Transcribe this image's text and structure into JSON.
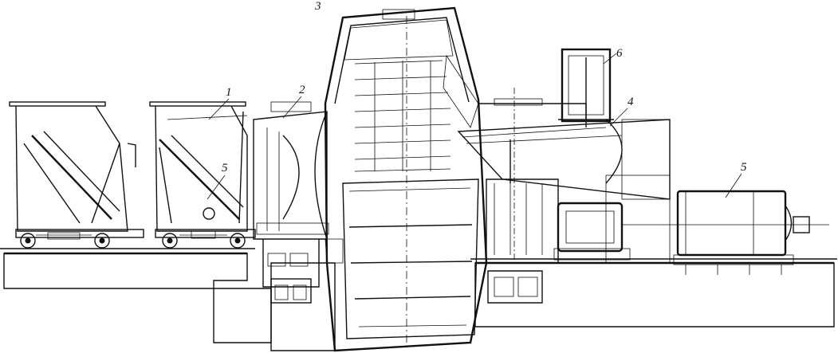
{
  "callouts": [
    {
      "id": "1",
      "text": "1"
    },
    {
      "id": "2",
      "text": "2"
    },
    {
      "id": "3",
      "text": "3"
    },
    {
      "id": "4",
      "text": "4"
    },
    {
      "id": "5a",
      "text": "5"
    },
    {
      "id": "5b",
      "text": "5"
    },
    {
      "id": "6",
      "text": "6"
    }
  ],
  "colors": {
    "ink": "#111111",
    "paper": "#ffffff"
  }
}
